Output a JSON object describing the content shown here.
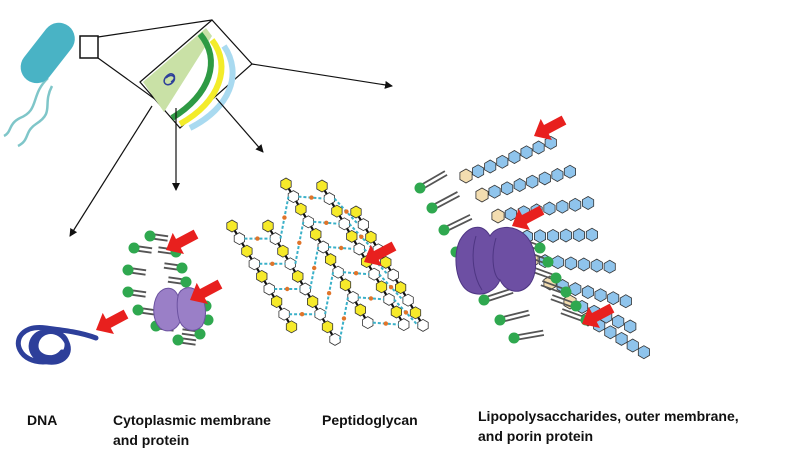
{
  "labels": {
    "dna": "DNA",
    "cytoplasmic_line1": "Cytoplasmic membrane",
    "cytoplasmic_line2": "and protein",
    "peptidoglycan": "Peptidoglycan",
    "lps_line1": "Lipopolysaccharides, outer membrane,",
    "lps_line2": "and porin protein"
  },
  "colors": {
    "arrow": "#e8201e",
    "lipid_head": "#2fa84f",
    "lipid_tail": "#555555",
    "protein": "#9a7fc7",
    "porin": "#6d4fa3",
    "sugar_blue": "#8fc4ec",
    "sugar_tan": "#f3ddb0",
    "peptidoglycan_yellow": "#f6ea2a",
    "dna": "#2d3f9a",
    "cell_green": "#2e9a44",
    "cell_yellow": "#f3ec2a",
    "cell_blue": "#a9daf0",
    "cytoplasm": "#c9e1a6"
  }
}
